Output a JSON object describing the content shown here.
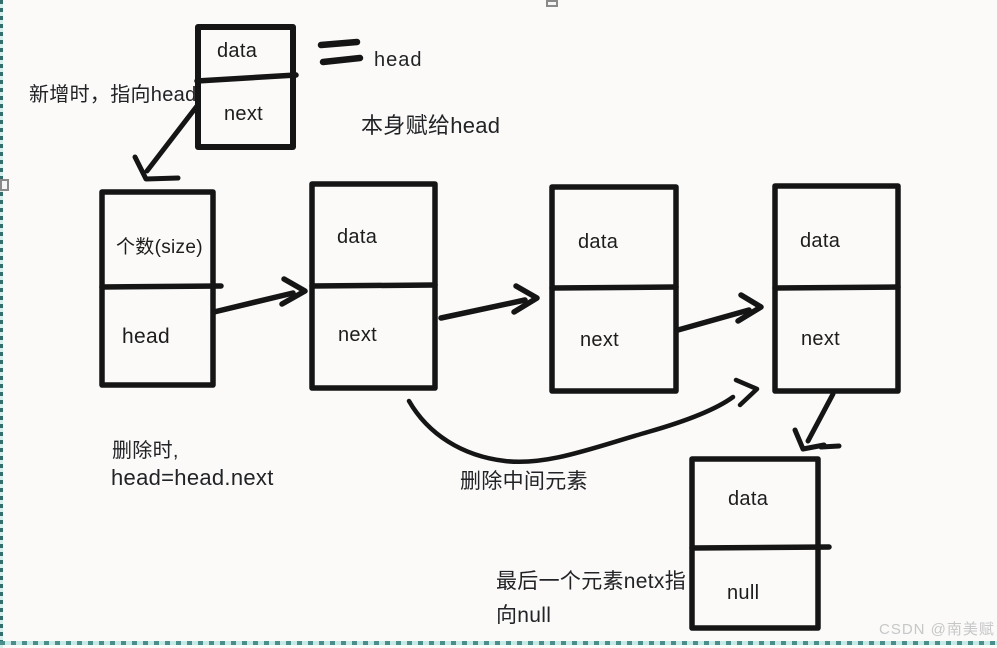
{
  "colors": {
    "background": "#fbfaf9",
    "ink": "#151515",
    "selection_dark_teal": "#336f6c",
    "selection_light_mint": "#c6ebe7",
    "watermark_gray": "#c6c7c7"
  },
  "nodes": {
    "new_node": {
      "data_label": "data",
      "next_label": "next"
    },
    "head_node": {
      "size_label": "个数(size)",
      "head_label": "head"
    },
    "node1": {
      "data_label": "data",
      "next_label": "next"
    },
    "node2": {
      "data_label": "data",
      "next_label": "next"
    },
    "node3": {
      "data_label": "data",
      "next_label": "next"
    },
    "tail_node": {
      "data_label": "data",
      "null_label": "null"
    }
  },
  "annotations": {
    "add_note": "新增时，指向head",
    "equals_head": "head",
    "assign_note": "本身赋给head",
    "delete_note_line1": "删除时,",
    "delete_note_line2": "head=head.next",
    "delete_middle": "删除中间元素",
    "tail_note_line1": "最后一个元素netx指",
    "tail_note_line2": "向null",
    "watermark": "CSDN @南美赋"
  }
}
